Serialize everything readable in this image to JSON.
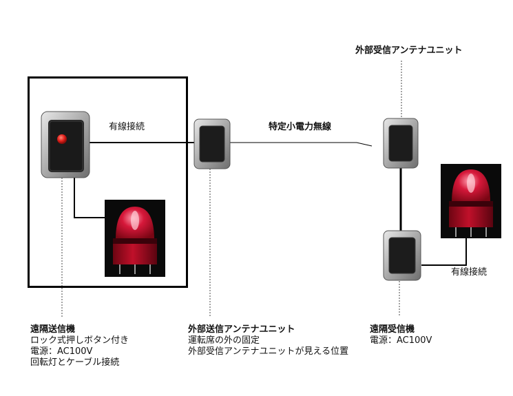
{
  "title_top": "外部受信アンテナユニット",
  "wired_left": "有線接続",
  "wireless_label": "特定小電力無線",
  "wired_right": "有線接続",
  "captions": {
    "transmitter": {
      "title": "遠隔送信機",
      "lines": [
        "ロック式押しボタン付き",
        "電源：AC100V",
        "回転灯とケーブル接続"
      ]
    },
    "ext_transmit_antenna": {
      "title": "外部送信アンテナユニット",
      "lines": [
        "運転席の外の固定",
        "外部受信アンテナユニットが見える位置"
      ]
    },
    "receiver": {
      "title": "遠隔受信機",
      "lines": [
        "電源：AC100V"
      ]
    }
  },
  "colors": {
    "lamp_red": "#c0102a",
    "device_silver": "#b8b8b8",
    "device_face": "#2a2a2a",
    "button_red": "#e0201a"
  }
}
